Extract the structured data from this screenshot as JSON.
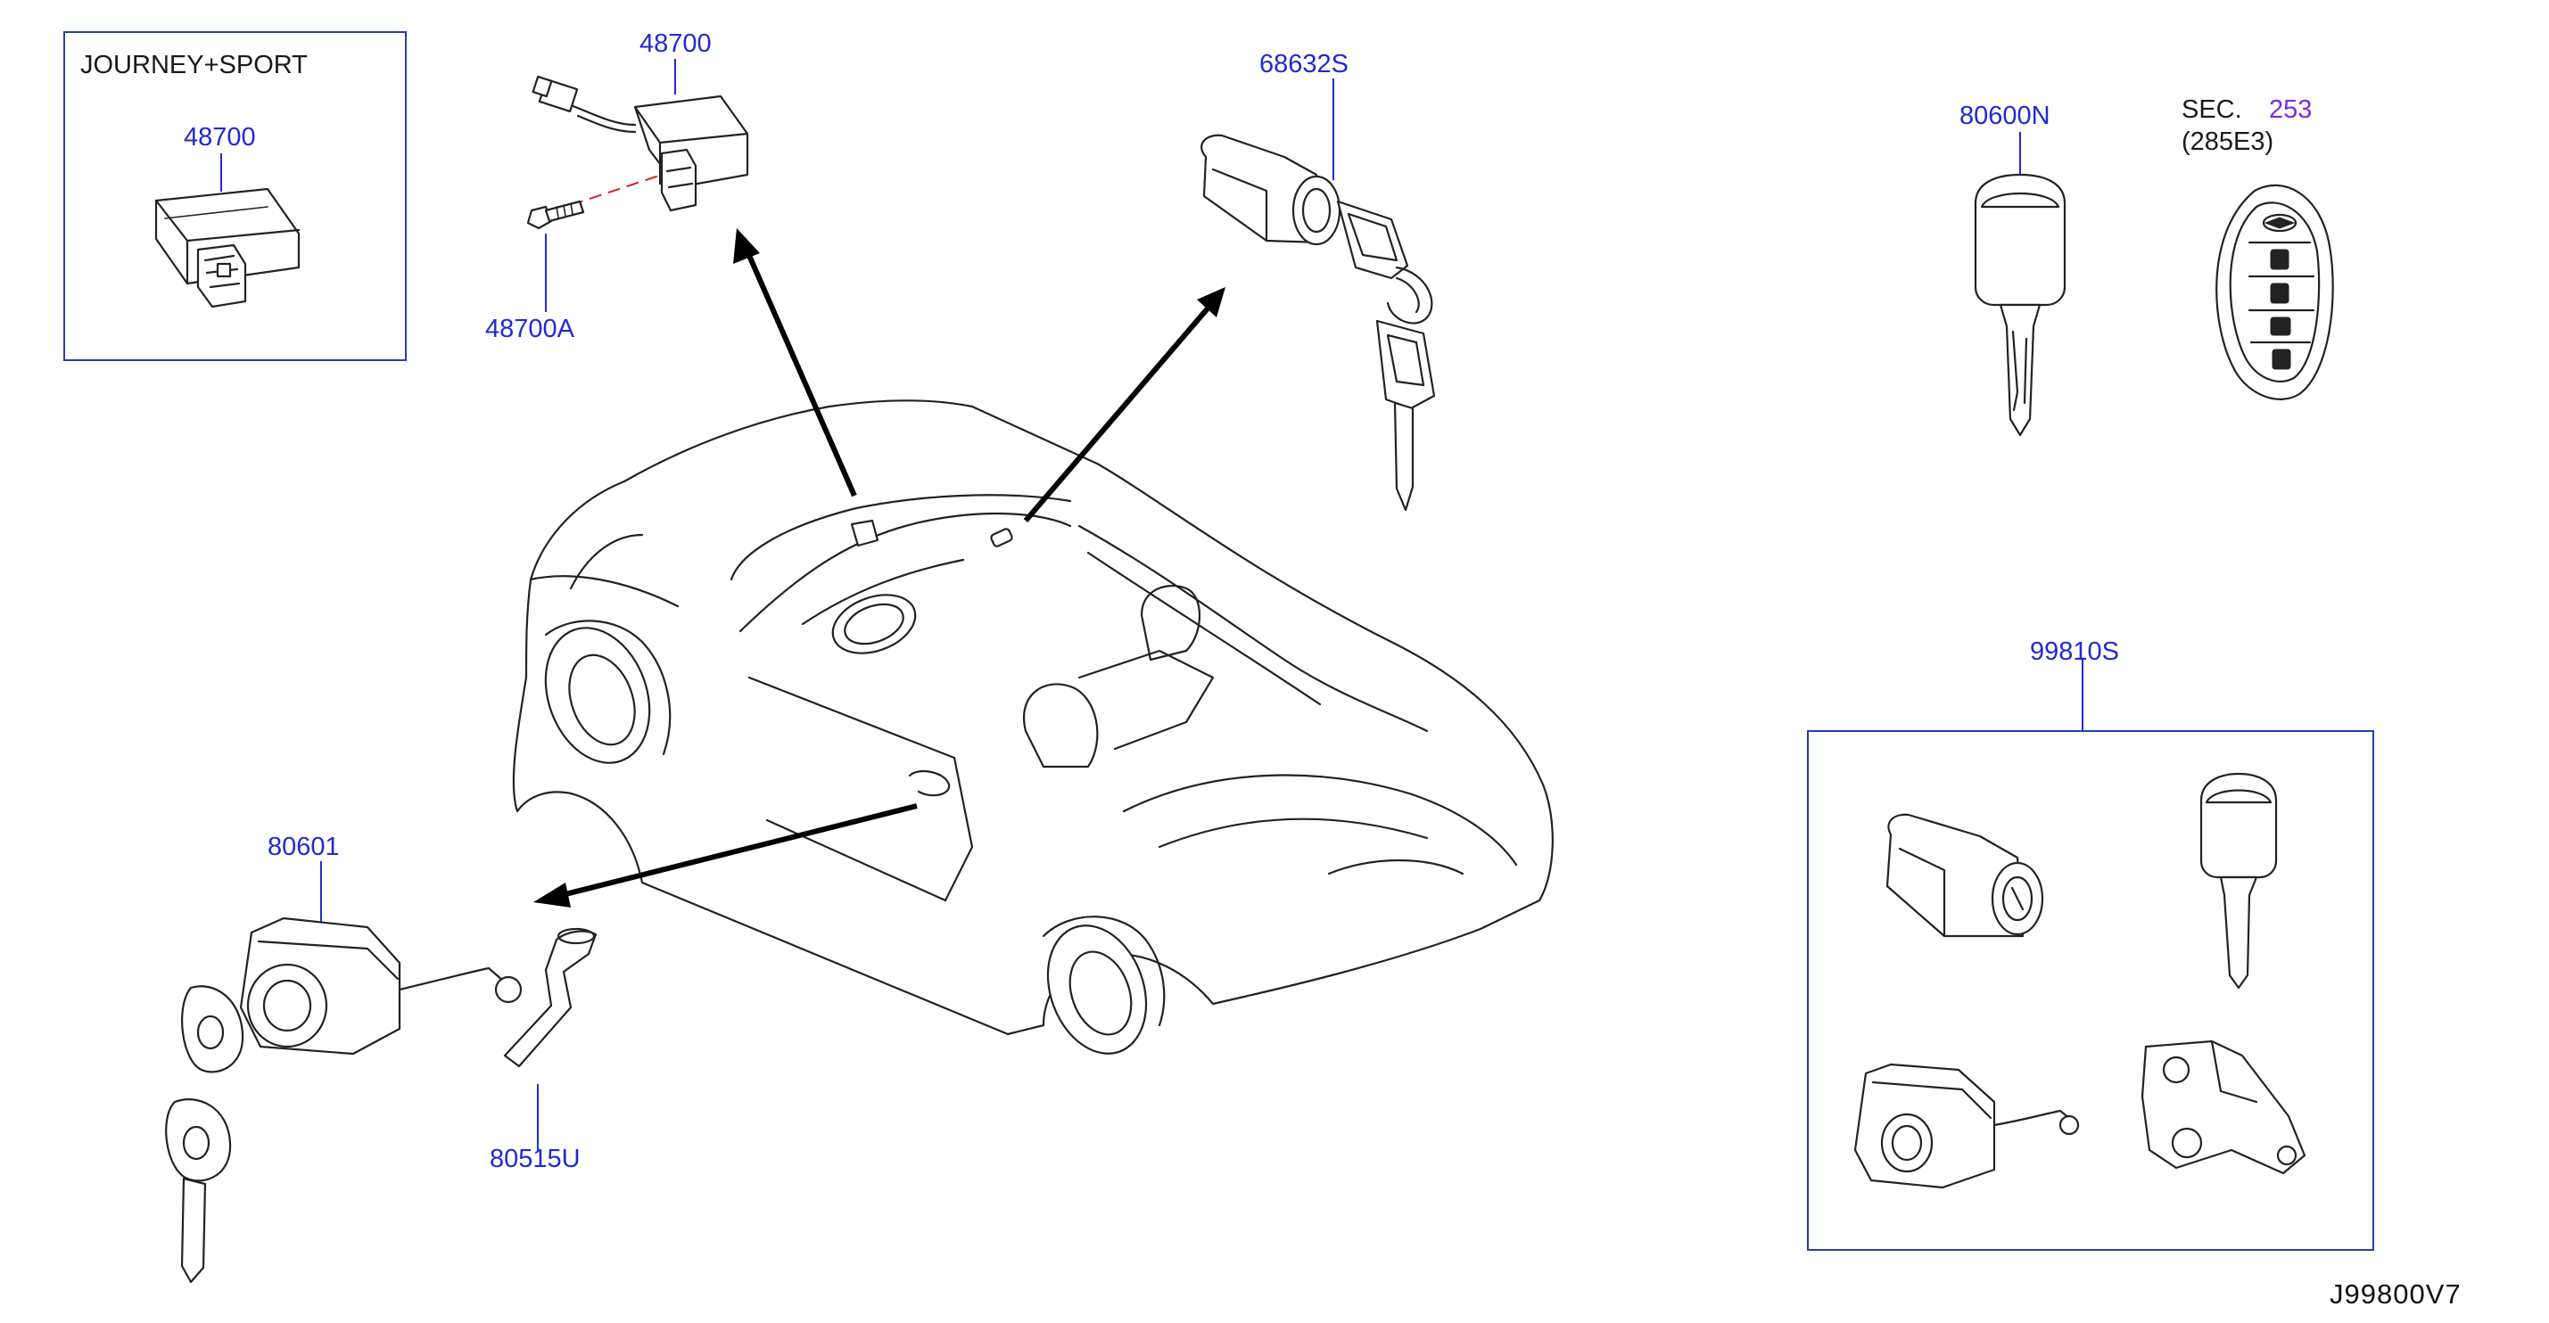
{
  "inset_title": "JOURNEY+SPORT",
  "labels": {
    "inset_part": "48700",
    "ignition_module": "48700",
    "bolt": "48700A",
    "ignition_cylinder": "68632S",
    "master_key": "80600N",
    "sec_prefix": "SEC.",
    "sec_number": "253",
    "sec_ref": "(285E3)",
    "kit": "99810S",
    "door_lock": "80601",
    "rod": "80515U"
  },
  "diagram_code": "J99800V7"
}
